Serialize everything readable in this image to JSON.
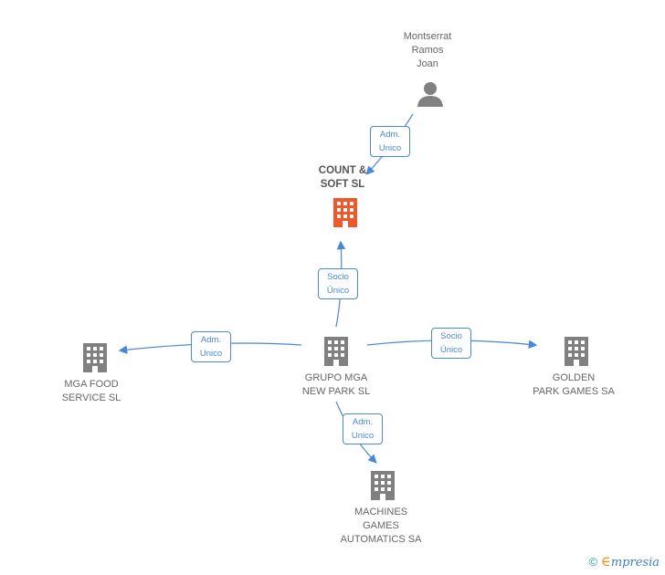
{
  "nodes": {
    "montserrat": {
      "lines": [
        "Montserrat",
        "Ramos",
        "Joan"
      ]
    },
    "count_soft": {
      "lines": [
        "COUNT &",
        "SOFT SL"
      ]
    },
    "grupo_mga": {
      "lines": [
        "GRUPO MGA",
        "NEW PARK SL"
      ]
    },
    "mga_food": {
      "lines": [
        "MGA FOOD",
        "SERVICE  SL"
      ]
    },
    "golden": {
      "lines": [
        "GOLDEN",
        "PARK GAMES SA"
      ]
    },
    "machines": {
      "lines": [
        "MACHINES",
        "GAMES",
        "AUTOMATICS SA"
      ]
    }
  },
  "relations": {
    "r1": {
      "lines": [
        "Adm.",
        "Unico"
      ]
    },
    "r2": {
      "lines": [
        "Socio",
        "Único"
      ]
    },
    "r3": {
      "lines": [
        "Adm.",
        "Unico"
      ]
    },
    "r4": {
      "lines": [
        "Socio",
        "Único"
      ]
    },
    "r5": {
      "lines": [
        "Adm.",
        "Unico"
      ]
    }
  },
  "colors": {
    "edge": "#4a87d6",
    "building": "#808080",
    "focus_building": "#f0572a",
    "person": "#808080"
  },
  "footer": {
    "copyright": "©",
    "brand_e": "∈",
    "brand_rest": "mpresia"
  }
}
